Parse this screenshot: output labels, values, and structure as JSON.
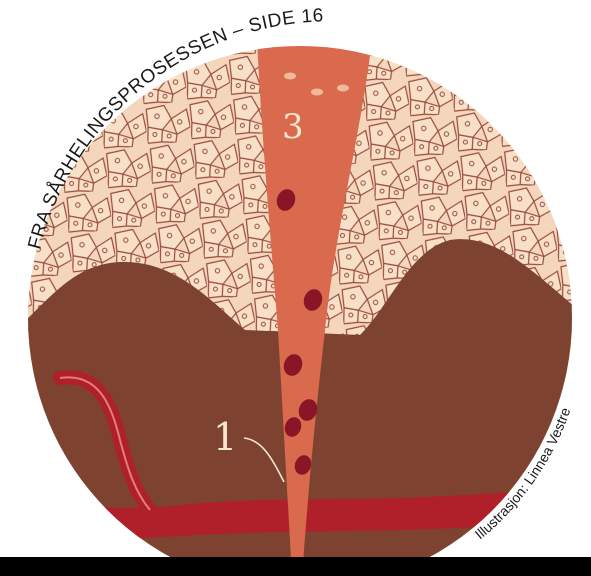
{
  "heading": {
    "text": "FRA SÅRHELINGSPROSESSEN – SIDE 16"
  },
  "credit": {
    "text": "Illustrasjon: Linnea Vestre"
  },
  "labels": {
    "one": "1",
    "three": "3"
  },
  "colors": {
    "skin_bg": "#efc9a8",
    "cell_stroke": "#9a4a3a",
    "dermis": "#7d4330",
    "wound": "#d96a4e",
    "vessel": "#b0202a",
    "clot": "#8a1526",
    "label": "#f4e6cf"
  }
}
